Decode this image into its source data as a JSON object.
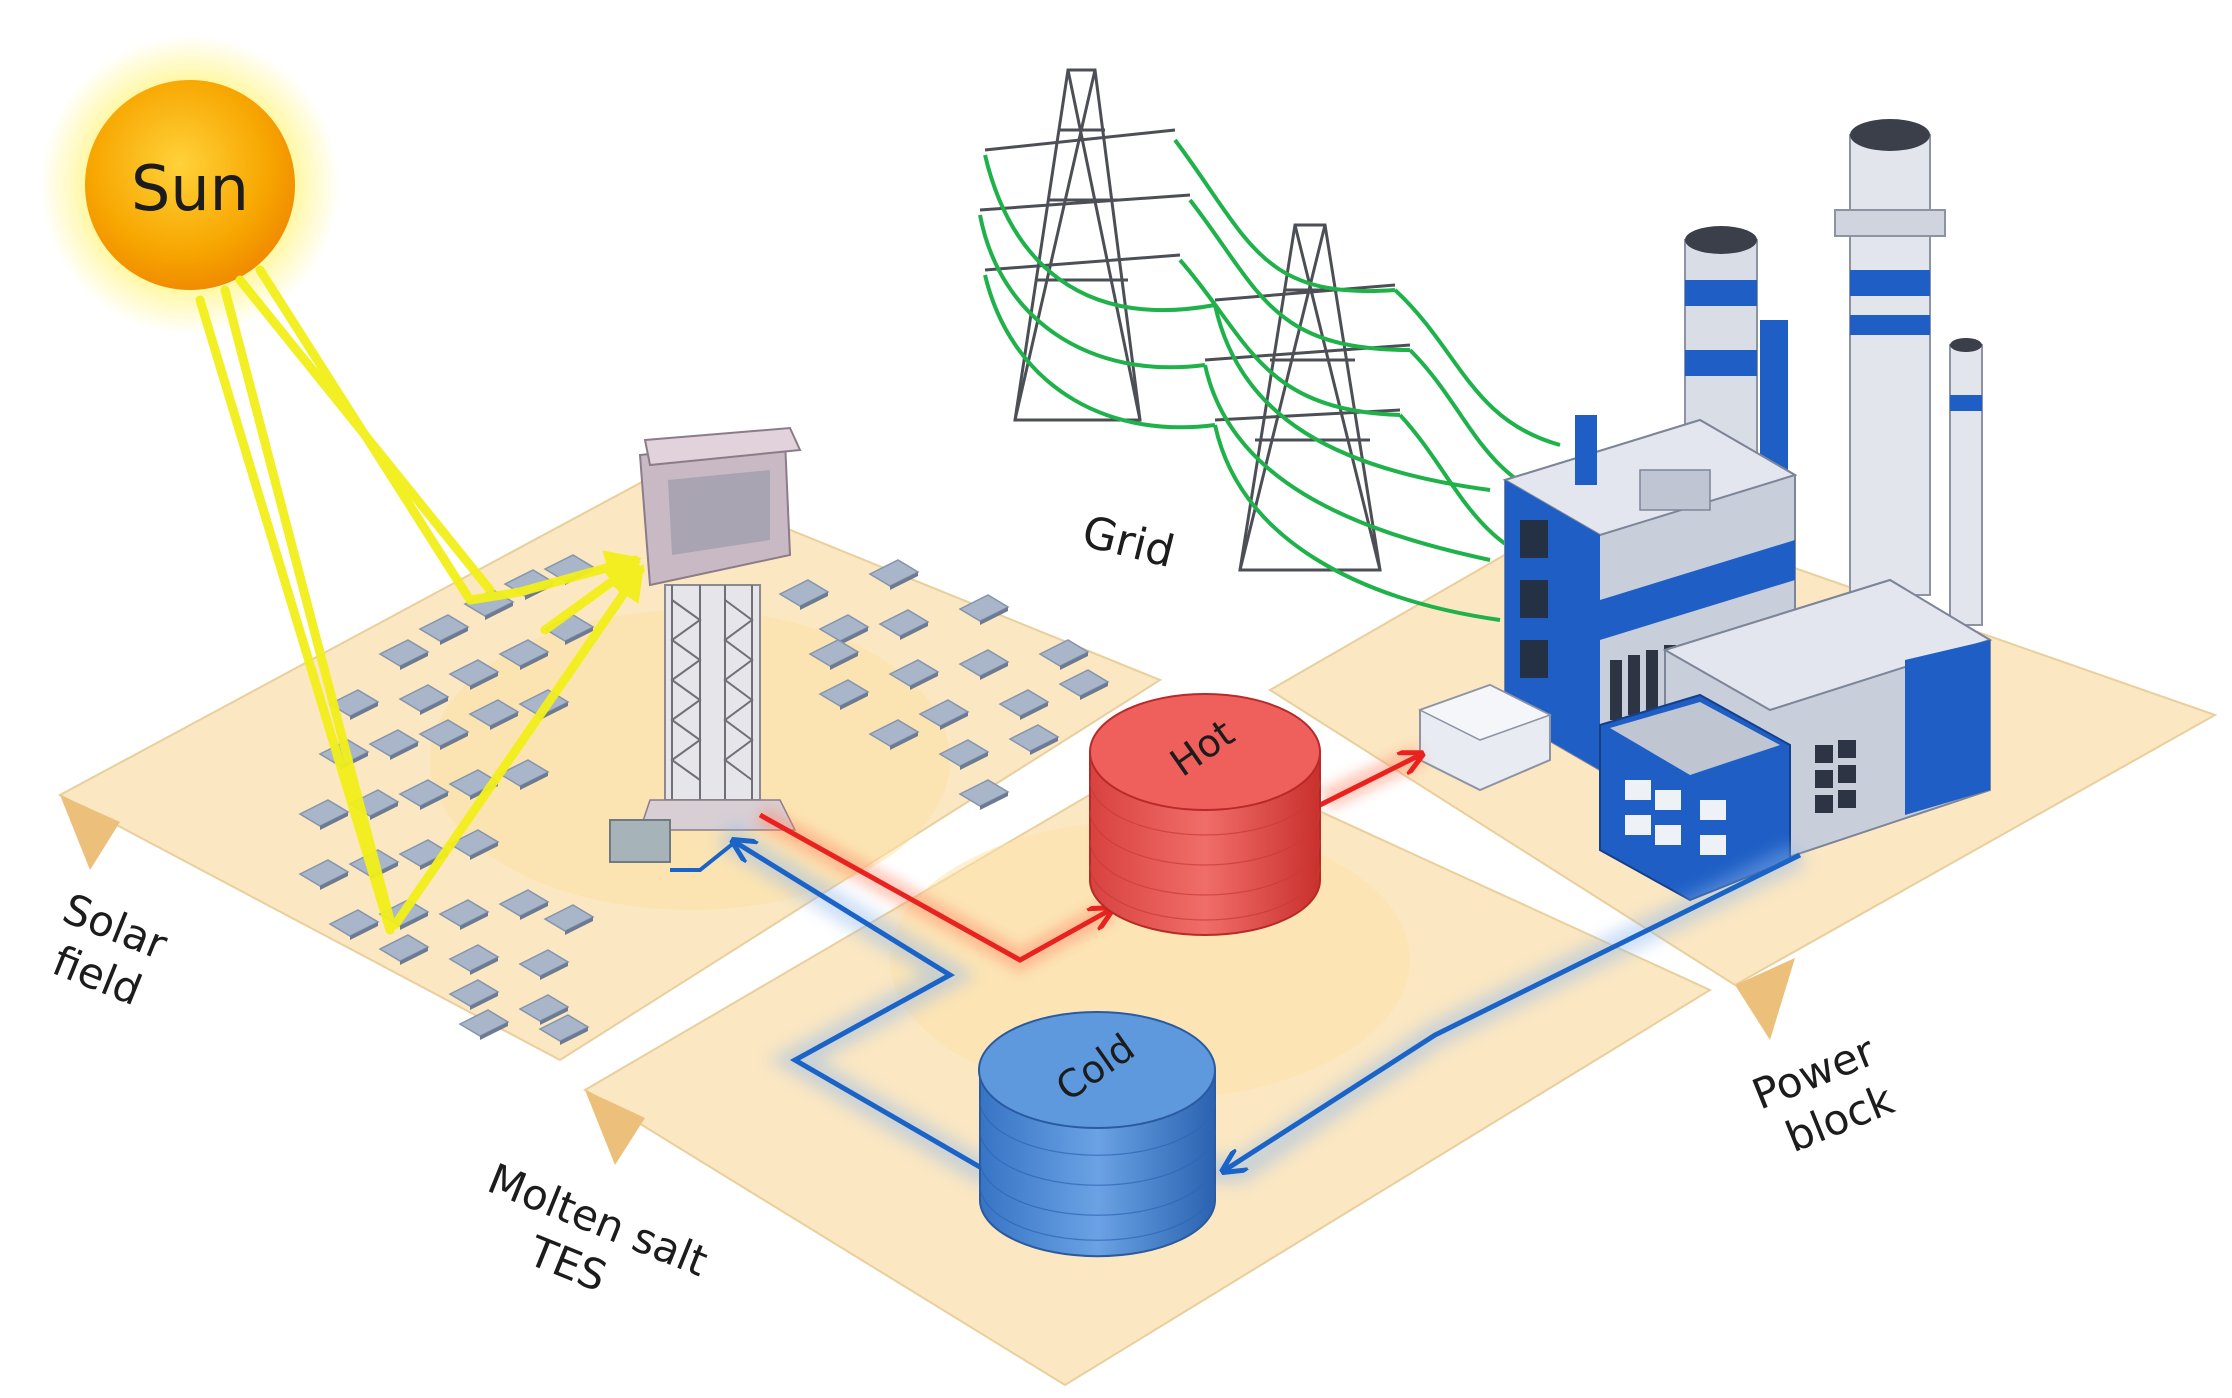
{
  "labels": {
    "sun": "Sun",
    "grid": "Grid",
    "solar_field": [
      "Solar",
      "field"
    ],
    "molten_salt_tes": [
      "Molten salt",
      "TES"
    ],
    "power_block": [
      "Power",
      "block"
    ],
    "hot_tank": "Hot",
    "cold_tank": "Cold"
  },
  "colors": {
    "ground": "#fbe7c2",
    "ground_edge": "#e9cf9c",
    "sun": "#f7a600",
    "sun_glow": "#fff2a0",
    "light_ray": "#f2ef1a",
    "hot_flow": "#e8231f",
    "cold_flow": "#1a63c7",
    "hot_tank": "#e95250",
    "cold_tank": "#4a88d6",
    "grid_wire": "#1fb24a",
    "building_blue": "#1f5fc5",
    "building_gray": "#c9cedb"
  },
  "heliostat_icon": "mirror-panel-icon",
  "pylon_icon": "transmission-tower-icon"
}
